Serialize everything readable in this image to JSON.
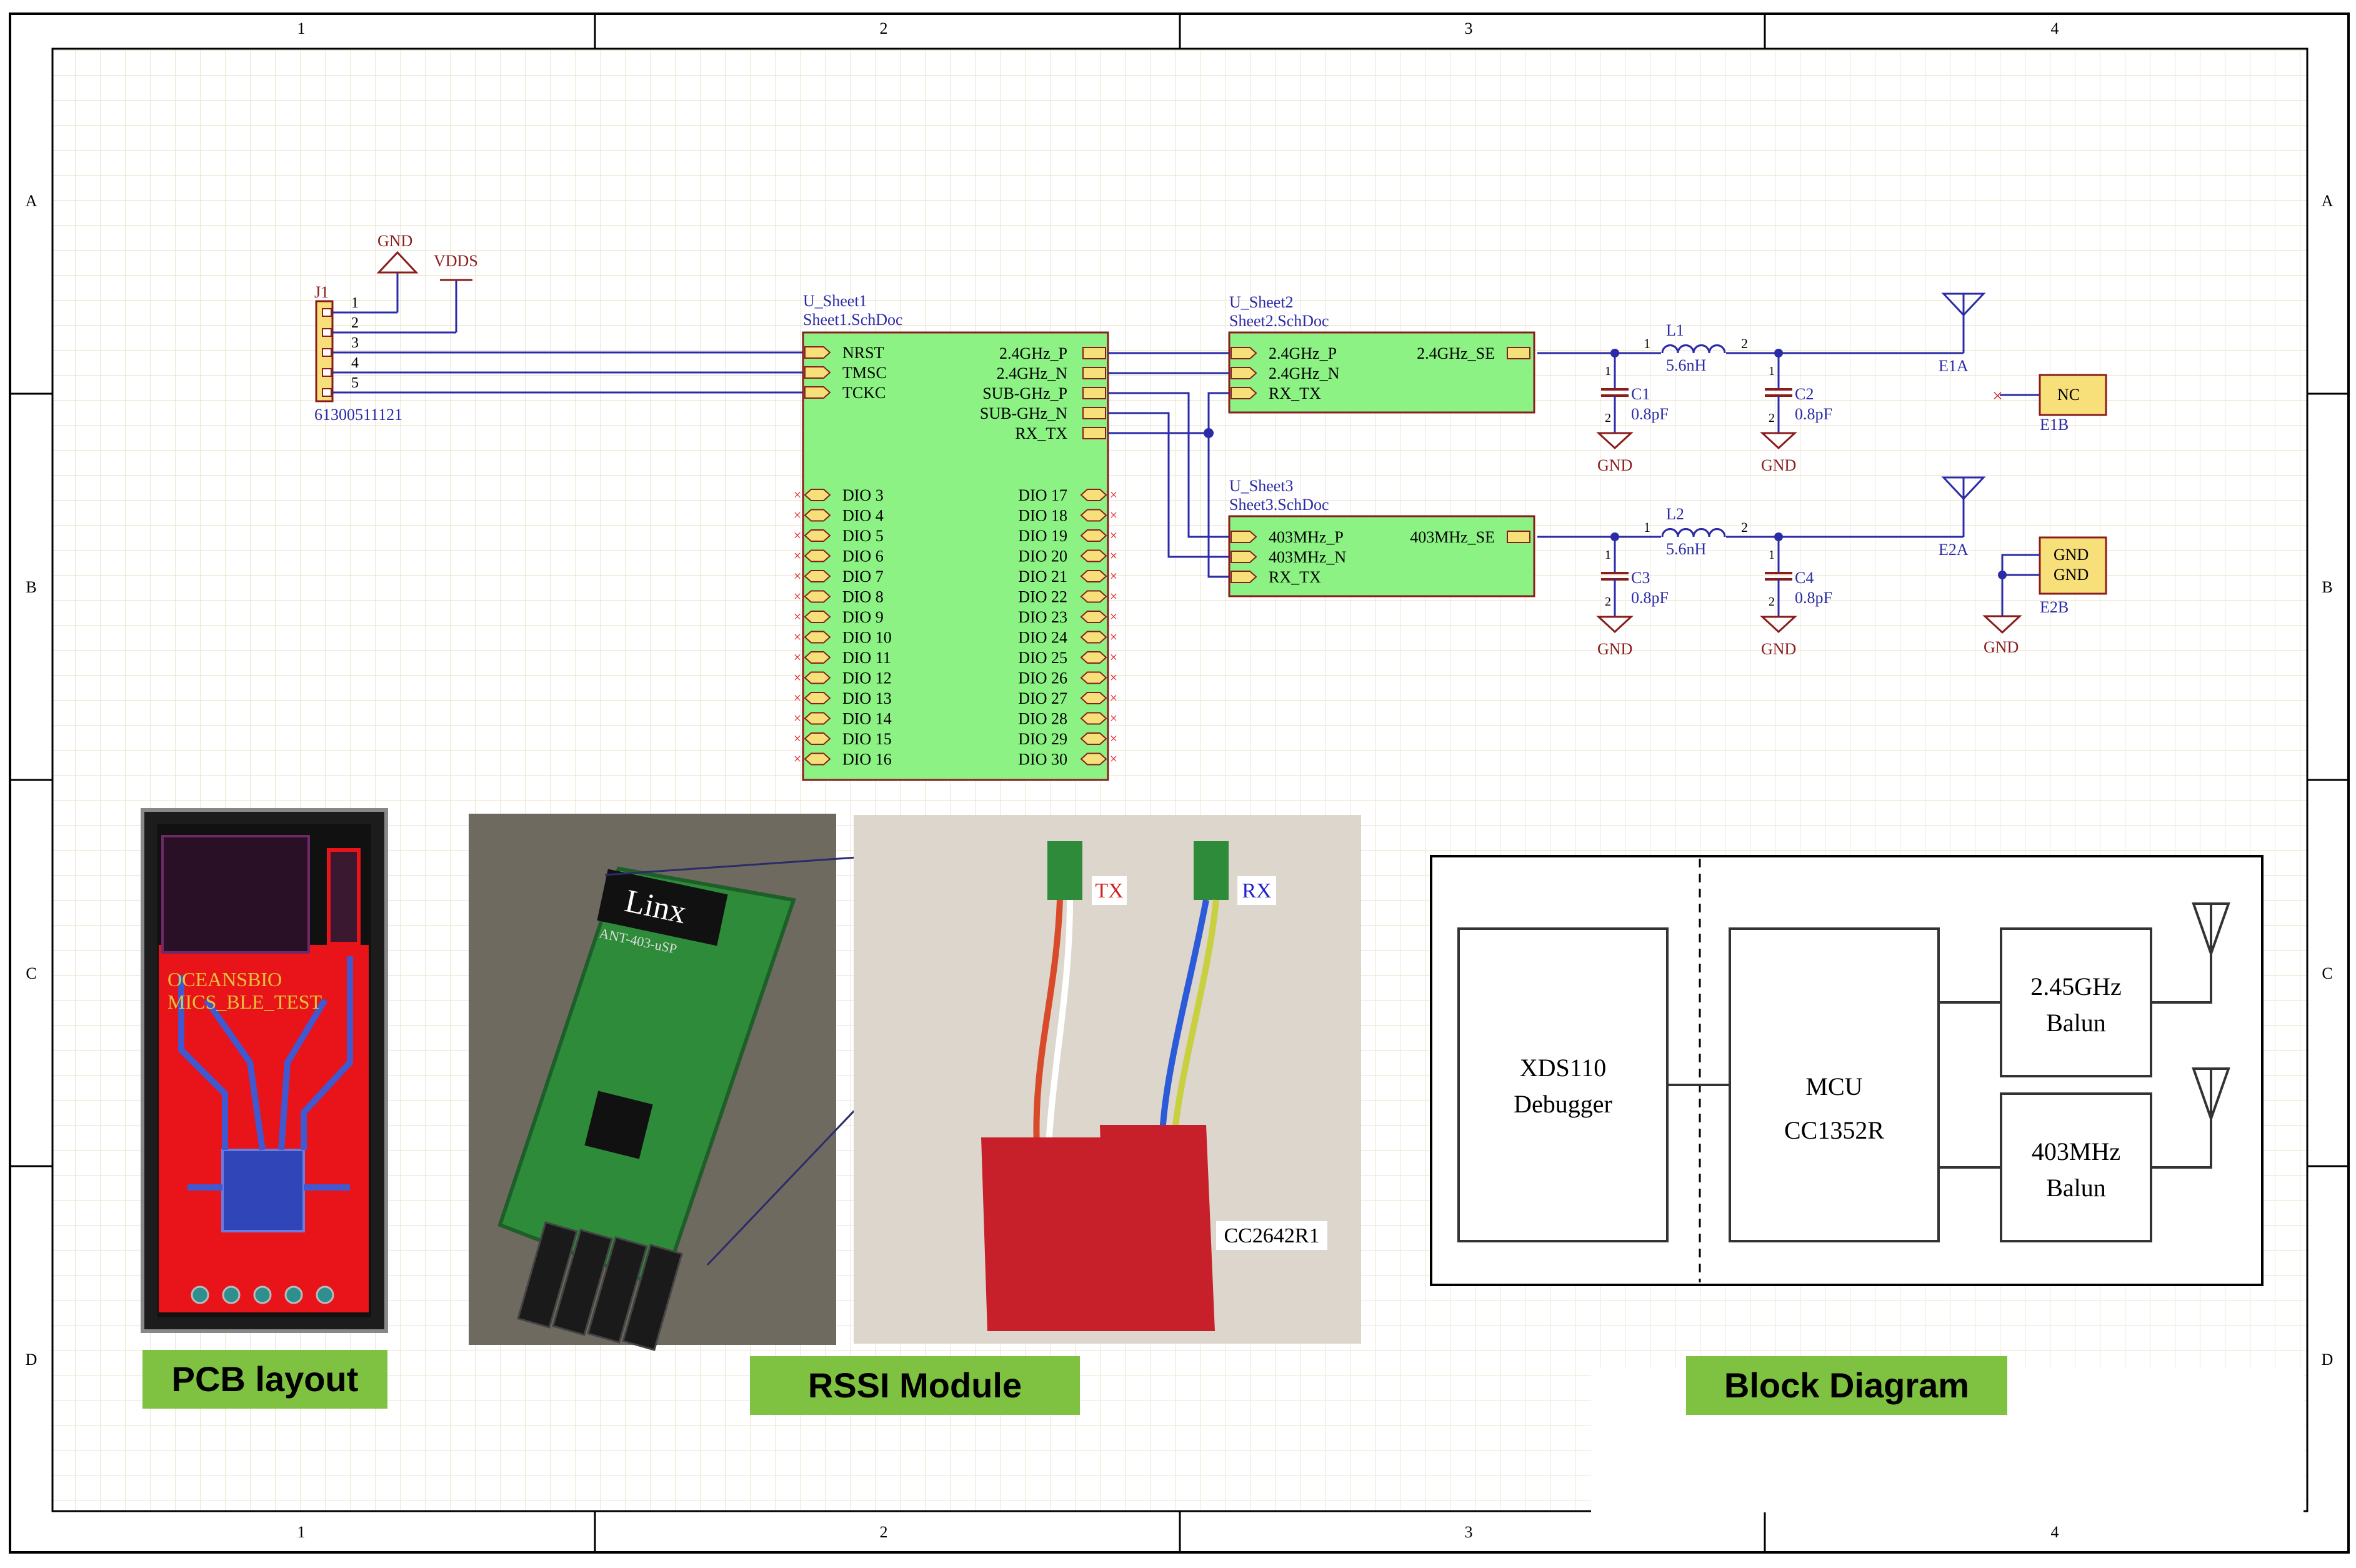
{
  "border": {
    "columns": [
      "1",
      "2",
      "3",
      "4"
    ],
    "rows": [
      "A",
      "B",
      "C",
      "D"
    ]
  },
  "schematic": {
    "connector": {
      "ref": "J1",
      "part": "61300511121",
      "pins": [
        "1",
        "2",
        "3",
        "4",
        "5"
      ]
    },
    "power": {
      "gnd": "GND",
      "vdds": "VDDS"
    },
    "sheet1": {
      "name": "U_Sheet1",
      "file": "Sheet1.SchDoc",
      "left_ports": [
        "NRST",
        "TMSC",
        "TCKC"
      ],
      "right_ports": [
        "2.4GHz_P",
        "2.4GHz_N",
        "SUB-GHz_P",
        "SUB-GHz_N",
        "RX_TX"
      ],
      "dio_left": [
        "DIO 3",
        "DIO 4",
        "DIO 5",
        "DIO 6",
        "DIO 7",
        "DIO 8",
        "DIO 9",
        "DIO 10",
        "DIO 11",
        "DIO 12",
        "DIO 13",
        "DIO 14",
        "DIO 15",
        "DIO 16"
      ],
      "dio_right": [
        "DIO 17",
        "DIO 18",
        "DIO 19",
        "DIO 20",
        "DIO 21",
        "DIO 22",
        "DIO 23",
        "DIO 24",
        "DIO 25",
        "DIO 26",
        "DIO 27",
        "DIO 28",
        "DIO 29",
        "DIO 30"
      ]
    },
    "sheet2": {
      "name": "U_Sheet2",
      "file": "Sheet2.SchDoc",
      "ports": [
        "2.4GHz_P",
        "2.4GHz_N",
        "RX_TX"
      ],
      "out": "2.4GHz_SE"
    },
    "sheet3": {
      "name": "U_Sheet3",
      "file": "Sheet3.SchDoc",
      "ports": [
        "403MHz_P",
        "403MHz_N",
        "RX_TX"
      ],
      "out": "403MHz_SE"
    },
    "inductors": [
      {
        "ref": "L1",
        "value": "5.6nH"
      },
      {
        "ref": "L2",
        "value": "5.6nH"
      }
    ],
    "capacitors": [
      {
        "ref": "C1",
        "value": "0.8pF"
      },
      {
        "ref": "C2",
        "value": "0.8pF"
      },
      {
        "ref": "C3",
        "value": "0.8pF"
      },
      {
        "ref": "C4",
        "value": "0.8pF"
      }
    ],
    "pin_numbers": {
      "one": "1",
      "two": "2"
    },
    "antennas": [
      "E1A",
      "E2A"
    ],
    "pads": [
      {
        "ref": "E1B",
        "labels": [
          "NC"
        ]
      },
      {
        "ref": "E2B",
        "labels": [
          "GND",
          "GND"
        ]
      }
    ]
  },
  "photos": {
    "pcb_silk": [
      "OCEANSBIO",
      "MICS_BLE_TEST"
    ],
    "module_chip": [
      "Linx",
      "ANT-403-uSP"
    ],
    "tx_label": "TX",
    "rx_label": "RX",
    "board_label": "CC2642R1"
  },
  "block_diagram": {
    "debugger": [
      "XDS110",
      "Debugger"
    ],
    "mcu": [
      "MCU",
      "CC1352R"
    ],
    "balun1": [
      "2.45GHz",
      "Balun"
    ],
    "balun2": [
      "403MHz",
      "Balun"
    ]
  },
  "captions": {
    "pcb": "PCB layout",
    "rssi": "RSSI Module",
    "block": "Block Diagram"
  },
  "colors": {
    "wire": "#2b2ba8",
    "part": "#8a1c1c",
    "sheet_fill": "#8cf283",
    "label_fill": "#7fc241",
    "port_fill": "#f7e07a"
  }
}
